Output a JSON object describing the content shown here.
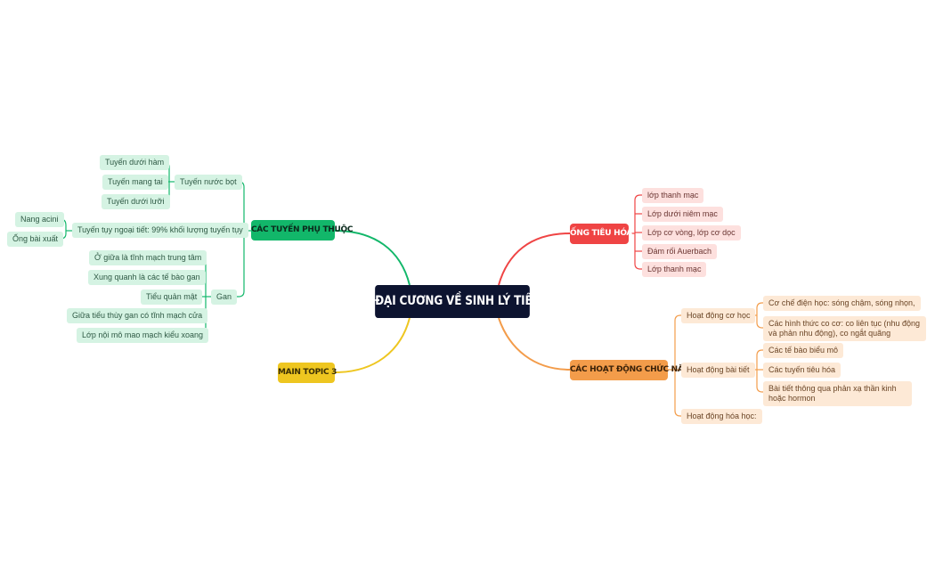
{
  "root": {
    "label": "ĐẠI CƯƠNG VỀ SINH LÝ TIÊU HÓA"
  },
  "colors": {
    "green": "#12b76a",
    "red": "#ef4444",
    "orange": "#f39c4a",
    "yellow": "#eec620",
    "root": "#0d1430"
  },
  "branches": {
    "glands": {
      "label": "CÁC TUYẾN PHỤ THUỘC",
      "salivary": {
        "label": "Tuyến nước bọt",
        "items": [
          "Tuyến dưới hàm",
          "Tuyến mang tai",
          "Tuyến dưới lưỡi"
        ]
      },
      "pancreas": {
        "label": "Tuyến tụy ngoại tiết: 99% khối lượng tuyến tụy",
        "items": [
          "Nang acini",
          "Ống bài xuất"
        ]
      },
      "liver": {
        "label": "Gan",
        "items": [
          "Ở giữa là tĩnh mạch trung tâm",
          "Xung quanh là các tế bào gan",
          "Tiểu quản mật",
          "Giữa tiểu thùy gan có tĩnh mạch cửa",
          "Lớp nội mô mao mạch kiểu xoang"
        ]
      }
    },
    "tract": {
      "label": "ỐNG TIÊU HÓA",
      "items": [
        "lớp thanh mạc",
        "Lớp dưới niêm mạc",
        "Lớp cơ vòng, lớp cơ dọc",
        "Đám rối Auerbach",
        "Lớp thanh mạc"
      ]
    },
    "functions": {
      "label": "CÁC HOẠT ĐỘNG CHỨC NĂNG",
      "mechanical": {
        "label": "Hoạt động cơ học",
        "items": [
          "Cơ chế điện học: sóng chậm, sóng nhọn,",
          "Các hình thức co cơ: co liên tục (nhu động và phản nhu động), co ngắt quãng"
        ]
      },
      "secretory": {
        "label": "Hoạt động bài tiết",
        "items": [
          "Các tế bào biểu mô",
          "Các tuyến tiêu hóa",
          "Bài tiết thông qua phản xạ thần kinh hoặc hormon"
        ]
      },
      "chemical": {
        "label": "Hoạt động hóa học:"
      }
    },
    "topic3": {
      "label": "MAIN TOPIC 3"
    }
  }
}
